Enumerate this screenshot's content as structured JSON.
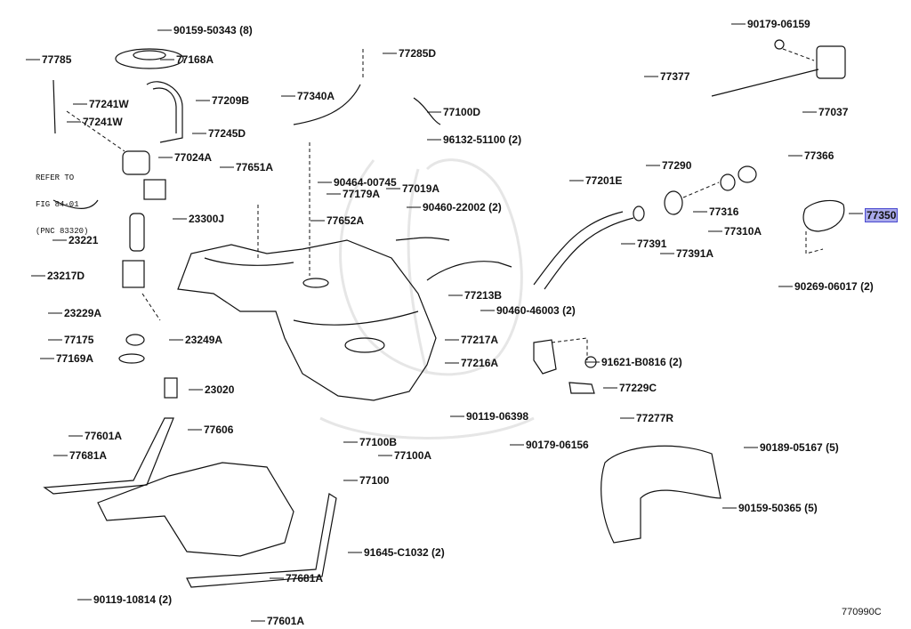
{
  "diagram_code": "770990C",
  "highlight_color": "#a9a9ea",
  "note": [
    "REFER TO",
    "FIG 84-01",
    "(PNC 83320)"
  ],
  "parts": [
    {
      "label": "90159-50343 (8)"
    },
    {
      "label": "77785"
    },
    {
      "label": "77168A"
    },
    {
      "label": "77285D"
    },
    {
      "label": "90179-06159"
    },
    {
      "label": "77377"
    },
    {
      "label": "77037"
    },
    {
      "label": "77241W"
    },
    {
      "label": "77209B"
    },
    {
      "label": "77241W"
    },
    {
      "label": "77245D"
    },
    {
      "label": "77340A"
    },
    {
      "label": "77100D"
    },
    {
      "label": "96132-51100 (2)"
    },
    {
      "label": "77024A"
    },
    {
      "label": "77651A"
    },
    {
      "label": "90464-00745"
    },
    {
      "label": "77179A"
    },
    {
      "label": "77019A"
    },
    {
      "label": "77201E"
    },
    {
      "label": "77290"
    },
    {
      "label": "77366"
    },
    {
      "label": "90460-22002 (2)"
    },
    {
      "label": "77350",
      "highlighted": true
    },
    {
      "label": "23300J"
    },
    {
      "label": "77652A"
    },
    {
      "label": "77391"
    },
    {
      "label": "77316"
    },
    {
      "label": "77310A"
    },
    {
      "label": "77391A"
    },
    {
      "label": "23221"
    },
    {
      "label": "23217D"
    },
    {
      "label": "77213B"
    },
    {
      "label": "90269-06017 (2)"
    },
    {
      "label": "90460-46003 (2)"
    },
    {
      "label": "23229A"
    },
    {
      "label": "77175"
    },
    {
      "label": "23249A"
    },
    {
      "label": "77217A"
    },
    {
      "label": "77169A"
    },
    {
      "label": "77216A"
    },
    {
      "label": "91621-B0816 (2)"
    },
    {
      "label": "23020"
    },
    {
      "label": "77229C"
    },
    {
      "label": "90119-06398"
    },
    {
      "label": "77277R"
    },
    {
      "label": "77601A"
    },
    {
      "label": "77606"
    },
    {
      "label": "77681A"
    },
    {
      "label": "77100B"
    },
    {
      "label": "90179-06156"
    },
    {
      "label": "90189-05167 (5)"
    },
    {
      "label": "77100A"
    },
    {
      "label": "77100"
    },
    {
      "label": "90159-50365 (5)"
    },
    {
      "label": "91645-C1032 (2)"
    },
    {
      "label": "77681A"
    },
    {
      "label": "90119-10814 (2)"
    },
    {
      "label": "77601A"
    }
  ]
}
